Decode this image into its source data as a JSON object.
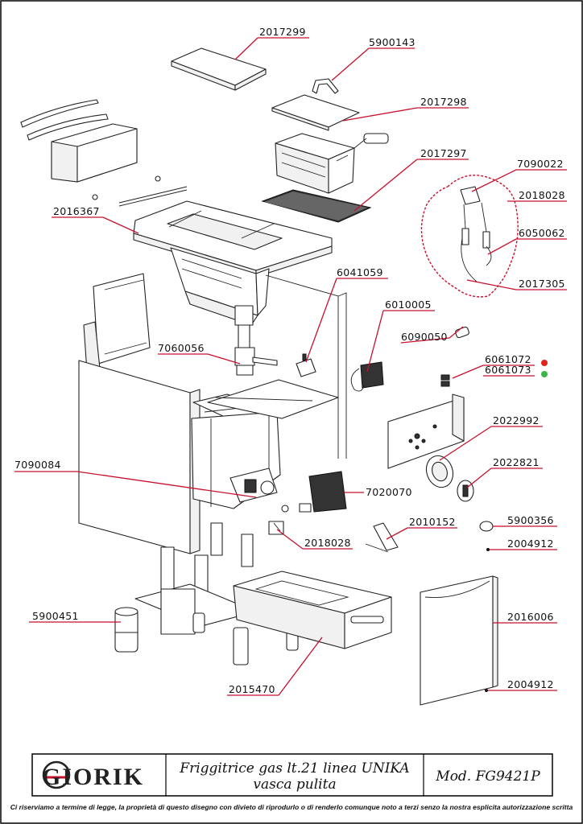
{
  "parts": {
    "p2017299": "2017299",
    "p5900143": "5900143",
    "p2017298": "2017298",
    "p2017297": "2017297",
    "p7090022": "7090022",
    "p2018028a": "2018028",
    "p2016367": "2016367",
    "p6050062": "6050062",
    "p2017305": "2017305",
    "p6041059": "6041059",
    "p6010005": "6010005",
    "p6090050": "6090050",
    "p7060056": "7060056",
    "p6061072": "6061072",
    "p6061073": "6061073",
    "p2022992": "2022992",
    "p7090084": "7090084",
    "p2022821": "2022821",
    "p7020070": "7020070",
    "p2010152": "2010152",
    "p5900356": "5900356",
    "p2018028b": "2018028",
    "p2004912a": "2004912",
    "p5900451": "5900451",
    "p2016006": "2016006",
    "p2004912b": "2004912",
    "p2015470": "2015470"
  },
  "colors": {
    "leader_line": "#c8102e",
    "dot_red": "#e32119",
    "dot_green": "#3bb54a"
  },
  "title_block": {
    "logo": "GIORIK",
    "title_line1": "Friggitrice gas lt.21 linea UNIKA",
    "title_line2": "vasca pulita",
    "model": "Mod. FG9421P"
  },
  "footer": "Ci riserviamo a termine di legge, la proprietà di questo disegno con divieto di riprodurlo o di renderlo comunque noto a terzi senzo la nostra esplicita autorizzazione scritta"
}
